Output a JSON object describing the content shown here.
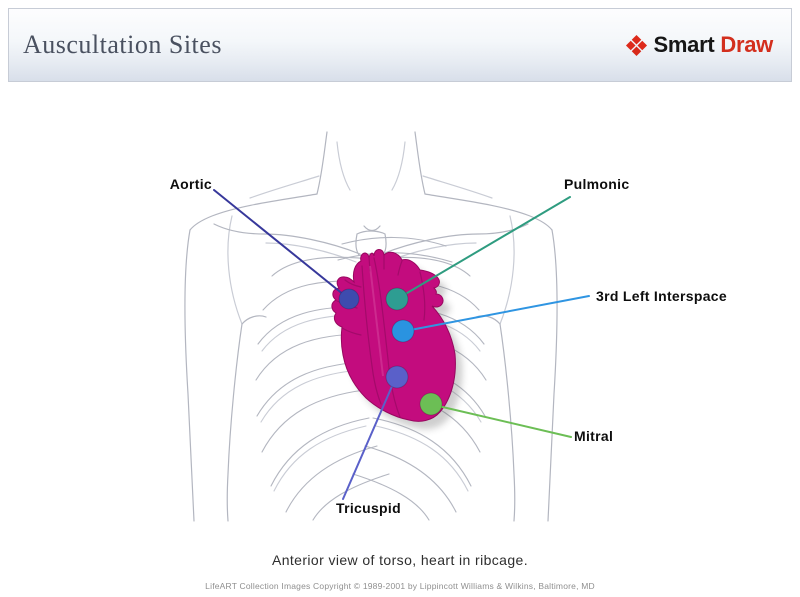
{
  "header": {
    "title": "Auscultation Sites",
    "logo": {
      "icon": "smartdraw-diamonds-icon",
      "smart": "Smart",
      "draw": "Draw"
    }
  },
  "labels": {
    "aortic": "Aortic",
    "pulmonic": "Pulmonic",
    "third_left_interspace": "3rd Left Interspace",
    "mitral": "Mitral",
    "tricuspid": "Tricuspid"
  },
  "sites": {
    "aortic": {
      "dot_color": "#3E4BAE",
      "line_color": "#37389B"
    },
    "pulmonic": {
      "dot_color": "#2E9D92",
      "line_color": "#2F9C80"
    },
    "third_left_interspace": {
      "dot_color": "#2A93E0",
      "line_color": "#2F95E2"
    },
    "tricuspid": {
      "dot_color": "#5A60C9",
      "line_color": "#5A60C9"
    },
    "mitral": {
      "dot_color": "#6CBE55",
      "line_color": "#6CBE55"
    }
  },
  "colors": {
    "heart": "#C30C7E",
    "heart_detail": "#9E0A67",
    "torso_outline": "#B3B6C0",
    "brand_red": "#DD2A1B",
    "title_text": "#4A5160"
  },
  "caption": "Anterior view of torso, heart in ribcage.",
  "copyright": "LifeART Collection Images Copyright © 1989-2001 by Lippincott Williams & Wilkins, Baltimore, MD"
}
